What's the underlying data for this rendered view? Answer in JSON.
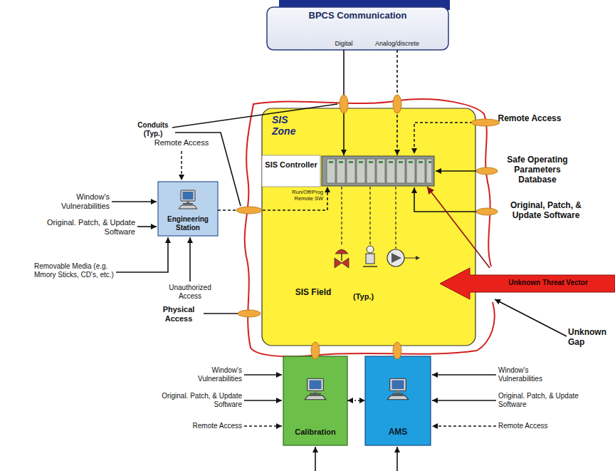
{
  "diagram": {
    "nodes": [
      {
        "text": [
          "BPCS Communication",
          "Digital",
          "Analog/discrete"
        ]
      },
      {
        "text": [
          "SIS Zone"
        ]
      },
      {
        "text": [
          "SIS Controller"
        ],
        "in": 1
      },
      {
        "text": [
          "Engineering Station"
        ]
      },
      {
        "text": [
          "Calibration"
        ]
      },
      {
        "text": [
          "AMS"
        ]
      },
      {
        "text": [
          "Unknown Threat Vector"
        ]
      }
    ],
    "edges": [
      {
        "from": 0,
        "to": 2,
        "arrow": "to"
      },
      {
        "from": 0,
        "to": 2,
        "arrow": "to"
      },
      {
        "from": 3,
        "to": 2,
        "arrow": "to"
      },
      {
        "from": 4,
        "to": 1,
        "arrow": "to"
      },
      {
        "from": 5,
        "to": 1,
        "arrow": "to"
      },
      {
        "from": 4,
        "to": 5,
        "arrow": "both"
      },
      {
        "from": 6,
        "to": 2,
        "arrow": "to"
      }
    ],
    "labels": [
      "Conduits (Typ.)",
      "Remote Access",
      "Window's Vulnerabilities",
      "Original. Patch, & Update Software",
      "Removable Media (e.g. Mmory Sticks, CD's, etc.)",
      "Unauthorized Access",
      "Physical Access",
      "Remote Access",
      "Safe Operating Parameters Database",
      "Original, Patch, & Update Software",
      "SIS Field",
      "(Typ.)",
      "Run/Off/Prog Remote SW",
      "Window's Vulnerabilities",
      "Original. Patch, & Update Software",
      "Remote Access",
      "Window's Vulnerabilities",
      "Original. Patch, & Update Software",
      "Remote Access",
      "Unknown Gap"
    ]
  }
}
